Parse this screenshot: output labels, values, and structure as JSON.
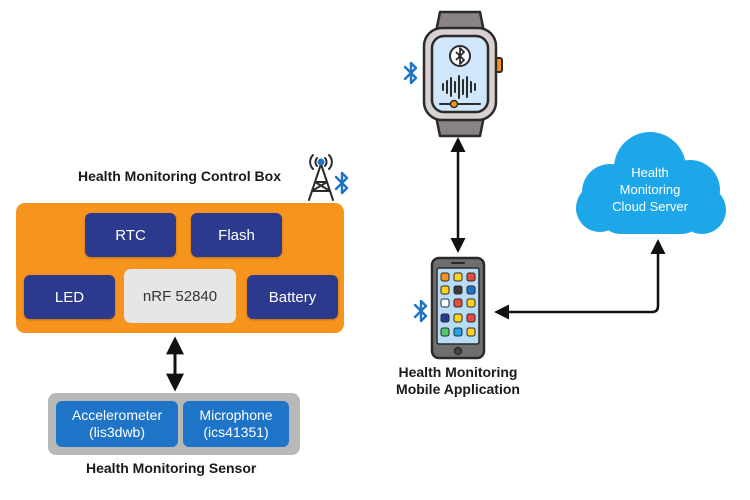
{
  "control_box": {
    "title": "Health Monitoring Control Box",
    "rtc": "RTC",
    "flash": "Flash",
    "led": "LED",
    "mcu": "nRF 52840",
    "battery": "Battery"
  },
  "sensor": {
    "title": "Health Monitoring Sensor",
    "accelerometer": {
      "name": "Accelerometer",
      "part": "(lis3dwb)"
    },
    "microphone": {
      "name": "Microphone",
      "part": "(ics41351)"
    }
  },
  "mobile_app": {
    "label_line1": "Health Monitoring",
    "label_line2": "Mobile Application"
  },
  "cloud": {
    "line1": "Health",
    "line2": "Monitoring",
    "line3": "Cloud Server"
  },
  "icons": [
    "antenna-tower-icon",
    "bluetooth-icon",
    "smartwatch-icon",
    "smartphone-icon",
    "cloud-icon"
  ],
  "colors": {
    "control_box": "#f7941d",
    "chip": "#2b3a8c",
    "sensor_chip": "#1e74c6",
    "sensor_box": "#b8b8b8",
    "cloud": "#1ea7e8",
    "bluetooth": "#1e74c6"
  }
}
